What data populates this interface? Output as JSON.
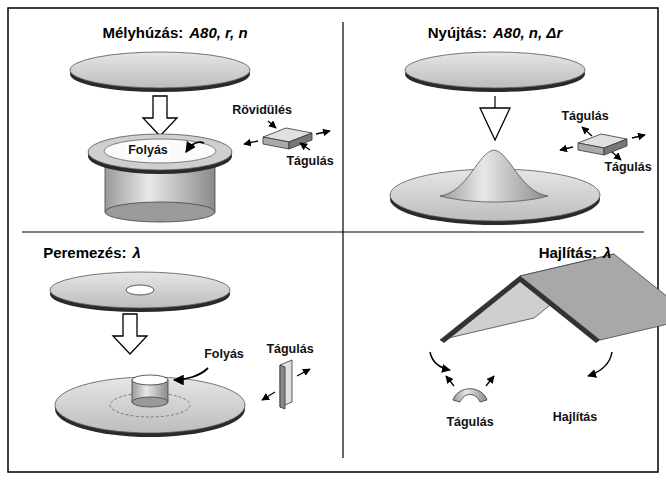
{
  "diagram": {
    "labels": [
      "Mélyhúzás:",
      "A80, r, n",
      "Folyás",
      "Rövidülés",
      "Tágulás",
      "Nyújtás:",
      "A80, n, Δr",
      "Tágulás",
      "Tágulás",
      "Peremezés:",
      "λ",
      "Folyás",
      "Tágulás",
      "Hajlítás:",
      "λ",
      "Tágulás",
      "Hajlítás"
    ]
  }
}
